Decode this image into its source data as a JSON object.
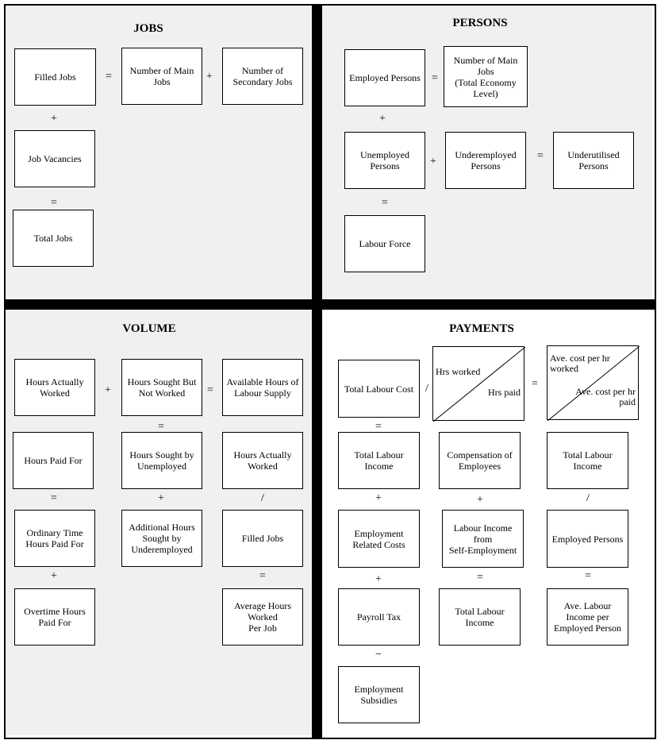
{
  "jobs": {
    "title": "JOBS",
    "filled_jobs": "Filled Jobs",
    "main_jobs": "Number of Main Jobs",
    "secondary_jobs": "Number of Secondary Jobs",
    "job_vacancies": "Job Vacancies",
    "total_jobs": "Total Jobs",
    "op_eq": "=",
    "op_plus": "+",
    "op_plus2": "+",
    "op_eq2": "="
  },
  "persons": {
    "title": "PERSONS",
    "employed": "Employed Persons",
    "main_jobs_total": "Number of Main Jobs\n(Total Economy Level)",
    "unemployed": "Unemployed Persons",
    "underemployed": "Underemployed Persons",
    "underutilised": "Underutilised Persons",
    "labour_force": "Labour Force",
    "op_eq": "=",
    "op_plus": "+",
    "op_plus2": "+",
    "op_eq2": "=",
    "op_eq3": "="
  },
  "volume": {
    "title": "VOLUME",
    "hours_actually_worked": "Hours Actually Worked",
    "hours_sought_not_worked": "Hours Sought But Not Worked",
    "available_hours": "Available Hours of Labour Supply",
    "hours_paid_for": "Hours Paid For",
    "hours_sought_unemployed": "Hours Sought by Unemployed",
    "hours_actually_worked_2": "Hours Actually Worked",
    "ordinary_time": "Ordinary Time Hours Paid For",
    "additional_hours": "Additional Hours Sought by Underemployed",
    "filled_jobs": "Filled Jobs",
    "overtime": "Overtime Hours Paid For",
    "average_hours": "Average Hours Worked\nPer Job",
    "op_plus": "+",
    "op_eq": "=",
    "op_eq_mid": "=",
    "op_eq_left": "=",
    "op_plus_mid": "+",
    "op_div": "/",
    "op_plus_left": "+",
    "op_eq_right": "="
  },
  "payments": {
    "title": "PAYMENTS",
    "total_labour_cost": "Total Labour Cost",
    "hrs_worked": "Hrs worked",
    "hrs_paid": "Hrs paid",
    "ave_cost_worked": "Ave. cost per hr worked",
    "ave_cost_paid": "Ave. cost per hr paid",
    "total_labour_income_1": "Total Labour Income",
    "compensation": "Compensation of Employees",
    "total_labour_income_2": "Total Labour Income",
    "employment_related": "Employment Related Costs",
    "labour_income_self": "Labour Income from\nSelf-Employment",
    "employed_persons": "Employed Persons",
    "payroll_tax": "Payroll Tax",
    "total_labour_income_3": "Total Labour Income",
    "ave_labour_income": "Ave. Labour Income per Employed Person",
    "employment_subsidies": "Employment Subsidies",
    "op_div": "/",
    "op_eq": "=",
    "op_eq_left": "=",
    "op_plus_left": "+",
    "op_plus_mid": "+",
    "op_div_right": "/",
    "op_plus_left2": "+",
    "op_eq_mid": "=",
    "op_eq_right": "=",
    "op_minus": "−"
  }
}
